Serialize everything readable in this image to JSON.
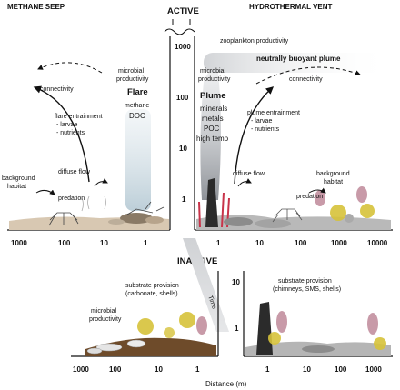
{
  "headers": {
    "methane_seep": "METHANE SEEP",
    "active": "ACTIVE",
    "hydrothermal_vent": "HYDROTHERMAL VENT",
    "inactive": "INACTIVE",
    "time": "Time"
  },
  "axes": {
    "y_active": [
      "1000",
      "100",
      "10",
      "1"
    ],
    "y_inactive": [
      "10",
      "1"
    ],
    "x_seep": [
      "1000",
      "100",
      "10",
      "1"
    ],
    "x_vent": [
      "1",
      "10",
      "100",
      "1000",
      "10000"
    ],
    "x_inactive_seep": [
      "1000",
      "100",
      "10",
      "1"
    ],
    "x_inactive_vent": [
      "1",
      "10",
      "100",
      "1000"
    ],
    "xlabel": "Distance (m)"
  },
  "seep_labels": {
    "connectivity": "connectivity",
    "flare_entrainment": "flare entrainment",
    "larvae": "- larvae",
    "nutrients": "- nutrients",
    "microbial": "microbial",
    "productivity": "productivity",
    "flare": "Flare",
    "methane": "methane",
    "doc": "DOC",
    "background": "background",
    "habitat": "habitat",
    "diffuse_flow": "diffuse flow",
    "predation": "predation"
  },
  "vent_labels": {
    "zooplankton": "zooplankton productivity",
    "neutral_plume": "neutrally buoyant plume",
    "connectivity": "connectivity",
    "microbial": "microbial",
    "productivity": "productivity",
    "plume": "Plume",
    "minerals": "minerals",
    "metals": "metals",
    "poc": "POC",
    "high_temp": "high temp",
    "plume_entrainment": "plume entrainment",
    "larvae": "- larvae",
    "nutrients": "- nutrients",
    "diffuse_flow": "diffuse flow",
    "background": "background",
    "habitat": "habitat",
    "predation": "predation"
  },
  "inactive_labels": {
    "substrate_seep": "substrate provision",
    "substrate_seep_detail": "(carbonate, shells)",
    "microbial": "microbial",
    "productivity": "productivity",
    "substrate_vent": "substrate provision",
    "substrate_vent_detail": "(chimneys, SMS, shells)"
  },
  "colors": {
    "sediment": "#c9b49a",
    "chimney": "#2b2b2b",
    "tubeworm": "#c8344a",
    "sponge": "#c89aa8",
    "coral_yellow": "#d6c23a",
    "plume_gray": "#b8bcc2",
    "flare_blue": "#c3d3dc"
  }
}
